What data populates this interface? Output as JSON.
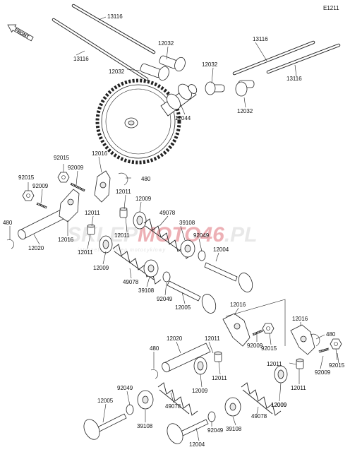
{
  "diagram_ref": "E1211",
  "front_label": "FRONT",
  "watermark": {
    "part1": "SKLEP",
    "part2": "MOTO46",
    "part3": ".PL",
    "tagline": "internetowy sklep motocyklowy"
  },
  "part_labels": [
    {
      "id": "lbl-13116-a",
      "text": "13116"
    },
    {
      "id": "lbl-13116-b",
      "text": "13116"
    },
    {
      "id": "lbl-12032-a",
      "text": "12032"
    },
    {
      "id": "lbl-12032-b",
      "text": "12032"
    },
    {
      "id": "lbl-13116-c",
      "text": "13116"
    },
    {
      "id": "lbl-13116-d",
      "text": "13116"
    },
    {
      "id": "lbl-12032-c",
      "text": "12032"
    },
    {
      "id": "lbl-12032-d",
      "text": "12032"
    },
    {
      "id": "lbl-12044",
      "text": "12044"
    },
    {
      "id": "lbl-92015-a",
      "text": "92015"
    },
    {
      "id": "lbl-12016-a",
      "text": "12016"
    },
    {
      "id": "lbl-92015-b",
      "text": "92015"
    },
    {
      "id": "lbl-92009-a",
      "text": "92009"
    },
    {
      "id": "lbl-92009-b",
      "text": "92009"
    },
    {
      "id": "lbl-480-a",
      "text": "480"
    },
    {
      "id": "lbl-12011-a",
      "text": "12011"
    },
    {
      "id": "lbl-12009-a",
      "text": "12009"
    },
    {
      "id": "lbl-12011-b",
      "text": "12011"
    },
    {
      "id": "lbl-480-b",
      "text": "480"
    },
    {
      "id": "lbl-12016-b",
      "text": "12016"
    },
    {
      "id": "lbl-12011-c",
      "text": "12011"
    },
    {
      "id": "lbl-49078-a",
      "text": "49078"
    },
    {
      "id": "lbl-39108-a",
      "text": "39108"
    },
    {
      "id": "lbl-92049-a",
      "text": "92049"
    },
    {
      "id": "lbl-12020-a",
      "text": "12020"
    },
    {
      "id": "lbl-12011-d",
      "text": "12011"
    },
    {
      "id": "lbl-12004-a",
      "text": "12004"
    },
    {
      "id": "lbl-12009-b",
      "text": "12009"
    },
    {
      "id": "lbl-49078-b",
      "text": "49078"
    },
    {
      "id": "lbl-39108-b",
      "text": "39108"
    },
    {
      "id": "lbl-92049-b",
      "text": "92049"
    },
    {
      "id": "lbl-12005-a",
      "text": "12005"
    },
    {
      "id": "lbl-12016-c",
      "text": "12016"
    },
    {
      "id": "lbl-12016-d",
      "text": "12016"
    },
    {
      "id": "lbl-92009-c",
      "text": "92009"
    },
    {
      "id": "lbl-480-c",
      "text": "480"
    },
    {
      "id": "lbl-92015-c",
      "text": "92015"
    },
    {
      "id": "lbl-12020-b",
      "text": "12020"
    },
    {
      "id": "lbl-12011-e",
      "text": "12011"
    },
    {
      "id": "lbl-480-d",
      "text": "480"
    },
    {
      "id": "lbl-12011-f",
      "text": "12011"
    },
    {
      "id": "lbl-12011-g",
      "text": "12011"
    },
    {
      "id": "lbl-92009-d",
      "text": "92009"
    },
    {
      "id": "lbl-92015-d",
      "text": "92015"
    },
    {
      "id": "lbl-12009-c",
      "text": "12009"
    },
    {
      "id": "lbl-12011-h",
      "text": "12011"
    },
    {
      "id": "lbl-92049-c",
      "text": "92049"
    },
    {
      "id": "lbl-49078-c",
      "text": "49078"
    },
    {
      "id": "lbl-12009-d",
      "text": "12009"
    },
    {
      "id": "lbl-12005-b",
      "text": "12005"
    },
    {
      "id": "lbl-39108-c",
      "text": "39108"
    },
    {
      "id": "lbl-92049-d",
      "text": "92049"
    },
    {
      "id": "lbl-39108-d",
      "text": "39108"
    },
    {
      "id": "lbl-49078-d",
      "text": "49078"
    },
    {
      "id": "lbl-12009-e",
      "text": "12009"
    },
    {
      "id": "lbl-12004-b",
      "text": "12004"
    }
  ]
}
